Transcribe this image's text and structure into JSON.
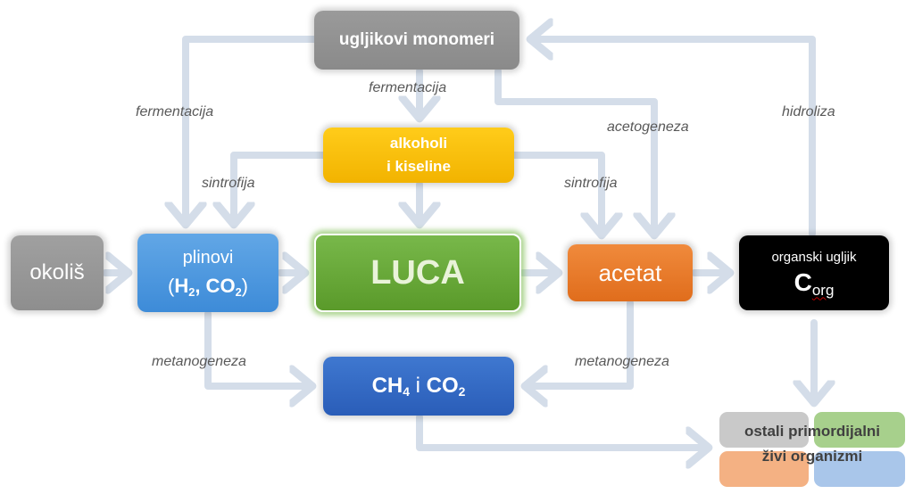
{
  "nodes": {
    "monomeri": "ugljikovi monomeri",
    "alkoholi_line1": "alkoholi",
    "alkoholi_line2": "i kiseline",
    "okolis": "okoliš",
    "plinovi_label": "plinovi",
    "plinovi_open": "(",
    "plinovi_h": "H",
    "plinovi_h_sub": "2",
    "plinovi_sep": ", CO",
    "plinovi_co_sub": "2",
    "plinovi_close": ")",
    "luca": "LUCA",
    "acetat": "acetat",
    "organski": "organski ugljik",
    "corg_main": "C",
    "corg_sub": "org",
    "ch4_ch": "CH",
    "ch4_sub": "4",
    "ch4_mid": " i ",
    "ch4_co": "CO",
    "ch4_co_sub": "2",
    "primordijalni_line1": "ostali primordijalni",
    "primordijalni_line2": "živi organizmi"
  },
  "labels": {
    "fermentacija_left": "fermentacija",
    "fermentacija_top": "fermentacija",
    "acetogeneza": "acetogeneza",
    "hidroliza": "hidroliza",
    "sintrofija_left": "sintrofija",
    "sintrofija_right": "sintrofija",
    "metanogeneza_left": "metanogeneza",
    "metanogeneza_right": "metanogeneza"
  },
  "colors": {
    "arrow": "#d4dde9",
    "monomeri": "#8f8f8f",
    "alkoholi": "#f7bd0a",
    "okolis": "#959595",
    "plinovi": "#4a94de",
    "luca": "#66a637",
    "acetat": "#e8782a",
    "organski": "#000000",
    "ch4": "#3468c4",
    "tile_grey": "#c9c9c9",
    "tile_green": "#a7d08c",
    "tile_orange": "#f4b183",
    "tile_blue": "#a9c6ea"
  }
}
